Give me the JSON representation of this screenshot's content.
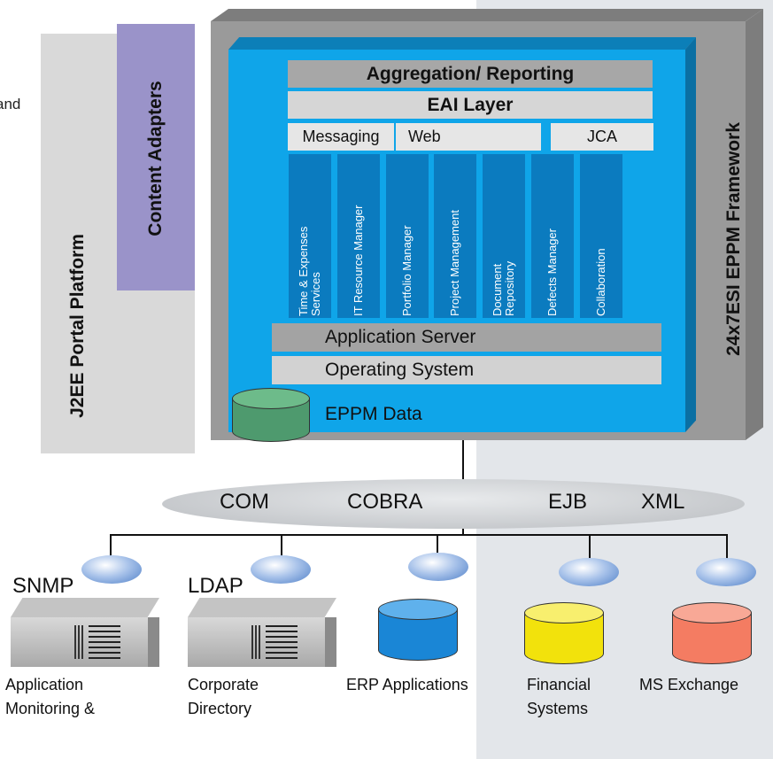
{
  "stray_text": "and",
  "j2ee_label": "J2EE Portal Platform",
  "content_adapters_label": "Content Adapters",
  "framework_label": "24x7ESI EPPM Framework",
  "top_layers": {
    "aggregation": "Aggregation/ Reporting",
    "eai": "EAI Layer",
    "messaging": "Messaging",
    "web": "Web",
    "jca": "JCA"
  },
  "services": [
    "Time & Expenses\nServices",
    "IT Resource Manager",
    "Portfolio Manager",
    "Project Management",
    "Document\nRepository",
    "Defects Manager",
    "Collaboration"
  ],
  "app_server": "Application Server",
  "operating_system": "Operating System",
  "eppm_data": "EPPM  Data",
  "bus_protocols": [
    "COM",
    "COBRA",
    "EJB",
    "XML"
  ],
  "endpoints": {
    "snmp": {
      "tag": "SNMP",
      "label1": "Application",
      "label2": "Monitoring &"
    },
    "ldap": {
      "tag": "LDAP",
      "label1": "Corporate",
      "label2": "Directory"
    },
    "erp": {
      "label1": "ERP Applications",
      "color": "#1a86d6"
    },
    "financial": {
      "label1": "Financial",
      "label2": "Systems",
      "color": "#f2e20c"
    },
    "exchange": {
      "label1": "MS Exchange",
      "color": "#f47c62"
    }
  },
  "colors": {
    "eppm_data": "#4e9a6e",
    "blue_panel": "#0fa5e9",
    "adapters": "#9a93c9"
  }
}
